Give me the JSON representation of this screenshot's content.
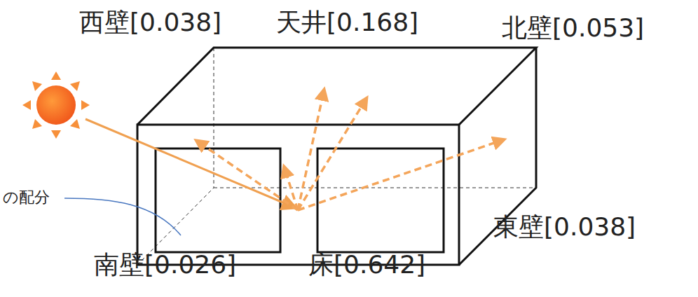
{
  "diagram": {
    "labels": [
      "西壁[0.038]",
      "天井[0.168]",
      "北壁[0.053]",
      "東壁[0.038]",
      "南壁[0.026]",
      "床[0.642]",
      "の配分"
    ]
  }
}
